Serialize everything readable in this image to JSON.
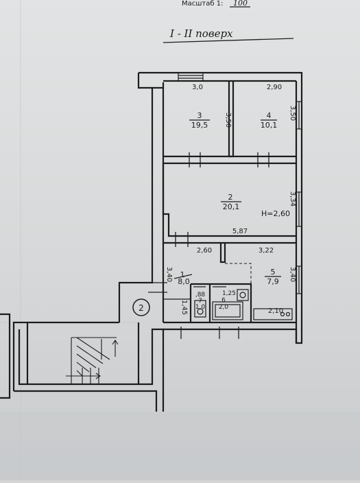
{
  "header": {
    "scale_label": "Масштаб 1:",
    "scale_value": "100",
    "floor_title": "I - II поверх"
  },
  "rooms": [
    {
      "id": "3",
      "area": "19,5",
      "width": "3,0",
      "depth": "3,50"
    },
    {
      "id": "4",
      "area": "10,1",
      "width": "2,90",
      "depth": "3,50"
    },
    {
      "id": "2",
      "area": "20,1",
      "depth": "3,34",
      "width": "5,87",
      "height": "H=2,60"
    },
    {
      "id": "1",
      "area": "8,0",
      "width": "2,60",
      "depth": "3,40",
      "extra": "1,45"
    },
    {
      "id": "5",
      "area": "7,9",
      "width": "3,22",
      "depth": "3,40",
      "extra": "2,10"
    },
    {
      "id": "7",
      "area": "1,0",
      "width": ",88"
    },
    {
      "id": "6",
      "area": "2,0",
      "width": "1,25"
    }
  ],
  "staircase_marker": "2"
}
